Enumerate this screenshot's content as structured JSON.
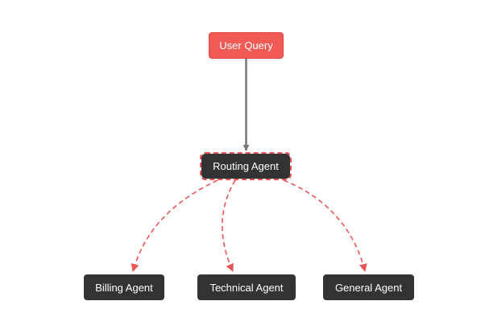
{
  "diagram": {
    "nodes": {
      "user_query": "User Query",
      "routing_agent": "Routing Agent",
      "billing_agent": "Billing Agent",
      "technical_agent": "Technical Agent",
      "general_agent": "General Agent"
    },
    "edges": [
      {
        "from": "user_query",
        "to": "routing_agent",
        "style": "solid"
      },
      {
        "from": "routing_agent",
        "to": "billing_agent",
        "style": "dashed"
      },
      {
        "from": "routing_agent",
        "to": "technical_agent",
        "style": "dashed"
      },
      {
        "from": "routing_agent",
        "to": "general_agent",
        "style": "dashed"
      }
    ],
    "colors": {
      "accent": "#f25a55",
      "node_dark": "#333333",
      "solid_edge": "#777777",
      "dashed_edge": "#ea5656",
      "text": "#ffffff"
    }
  }
}
